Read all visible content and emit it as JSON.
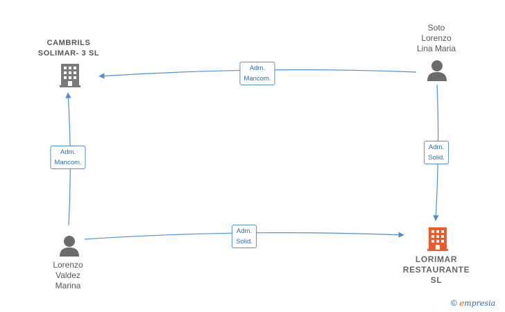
{
  "colors": {
    "edge": "#4a90d9",
    "person": "#6b6b6b",
    "company": "#7a7a7a",
    "highlight_company": "#f05a28"
  },
  "nodes": {
    "cambrils": {
      "lines": [
        "CAMBRILS",
        "SOLIMAR- 3  SL"
      ],
      "icon": "building-icon"
    },
    "soto": {
      "lines": [
        "Soto",
        "Lorenzo",
        "Lina Maria"
      ],
      "icon": "person-icon"
    },
    "lorenzo": {
      "lines": [
        "Lorenzo",
        "Valdez",
        "Marina"
      ],
      "icon": "person-icon"
    },
    "lorimar": {
      "lines": [
        "LORIMAR",
        "RESTAURANTE",
        "SL"
      ],
      "icon": "building-icon"
    }
  },
  "edges": {
    "soto_cambrils": [
      "Adm.",
      "Mancom."
    ],
    "lorenzo_cambrils": [
      "Adm.",
      "Mancom."
    ],
    "soto_lorimar": [
      "Adm.",
      "Solid."
    ],
    "lorenzo_lorimar": [
      "Adm.",
      "Solid."
    ]
  },
  "footer": {
    "copyright": "©",
    "brand_e": "e",
    "brand_rest": "mpresia"
  }
}
